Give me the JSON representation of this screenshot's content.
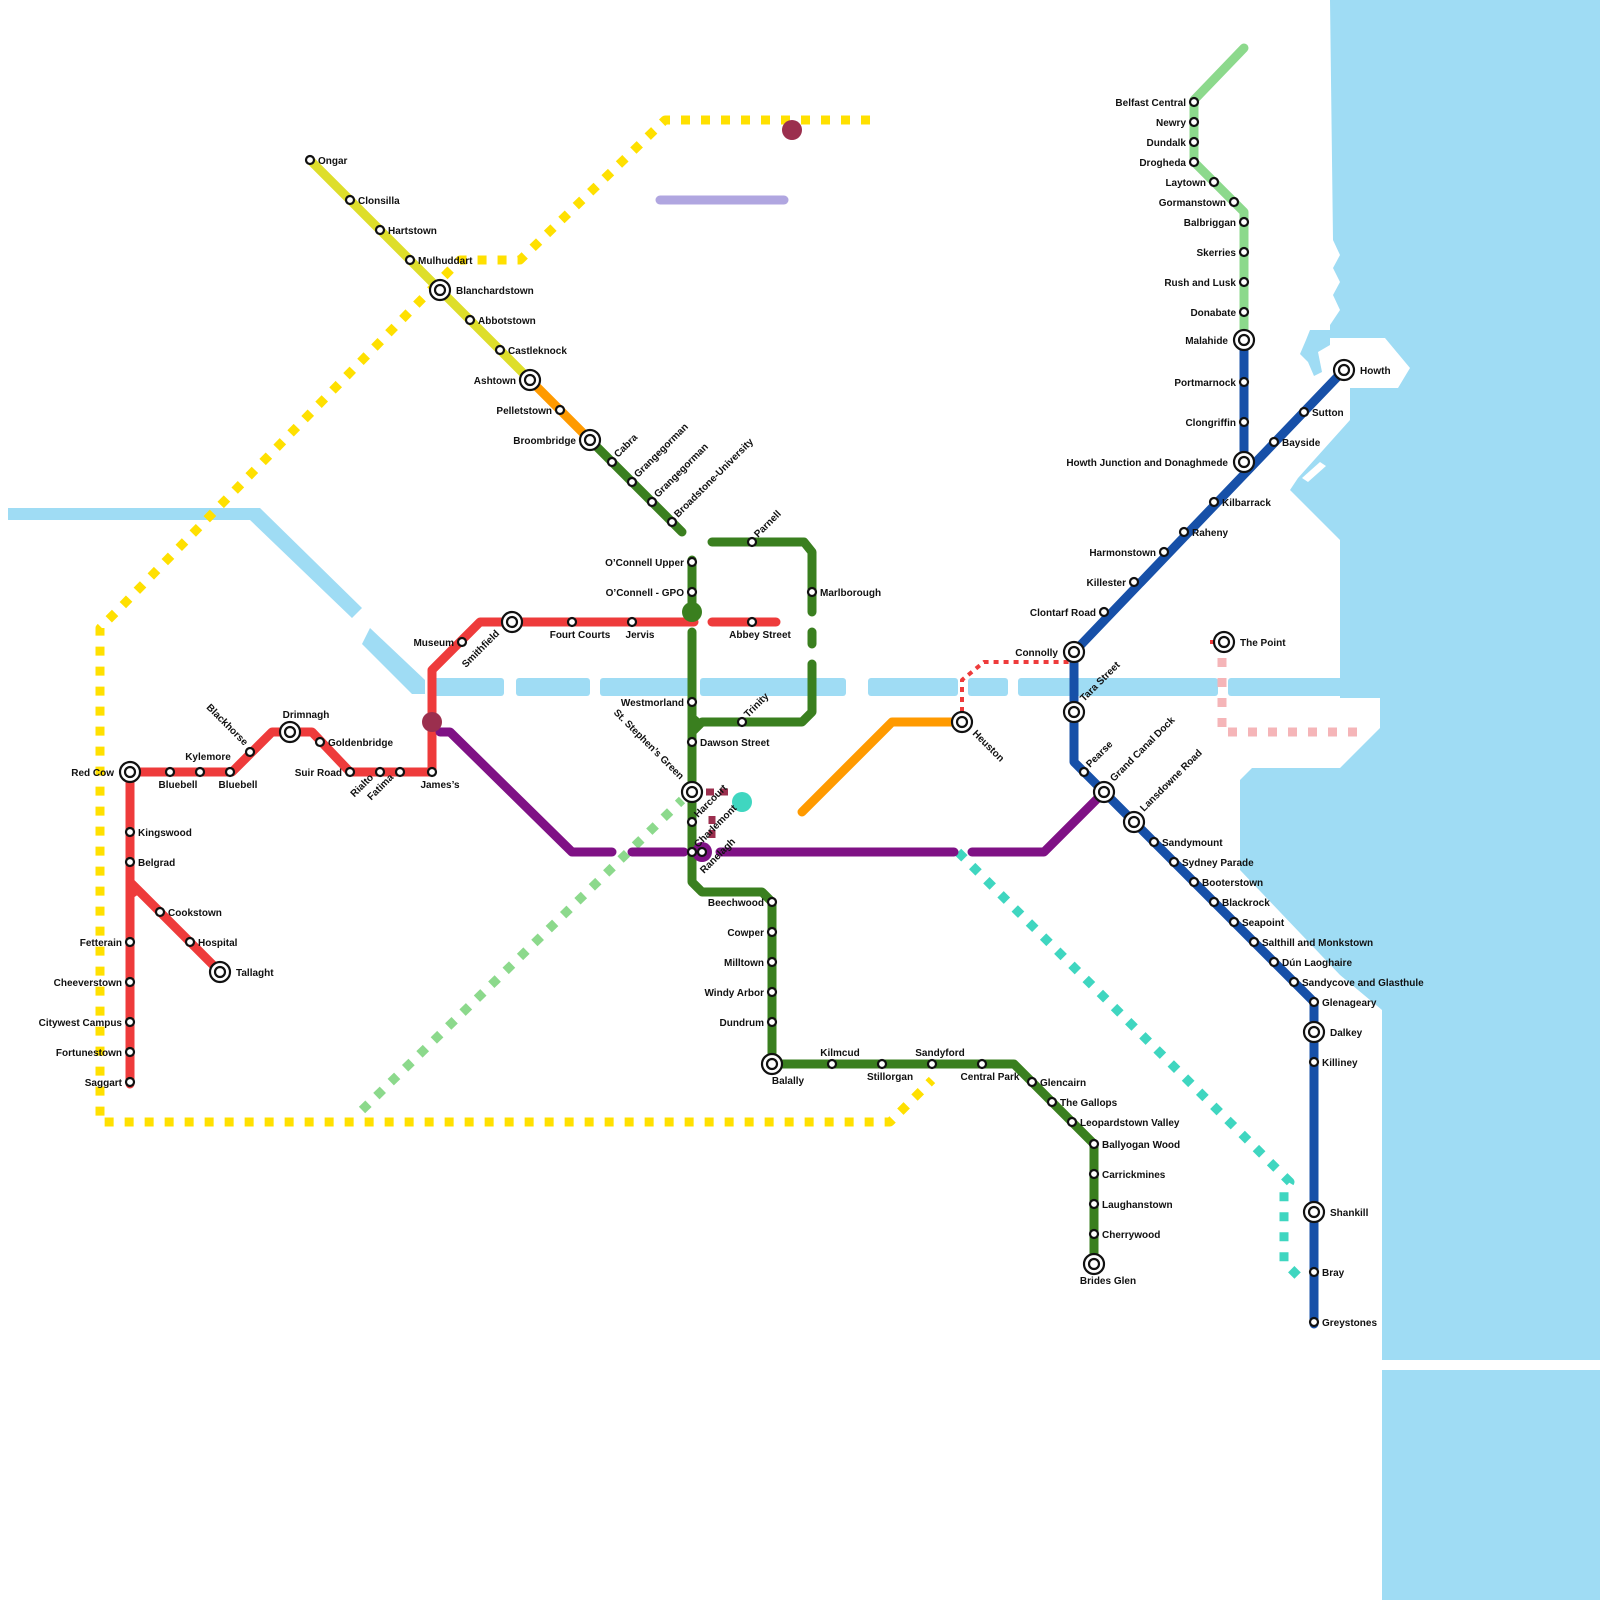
{
  "lines": {
    "red": "#ee3b3b",
    "green": "#3a7f1f",
    "blue": "#1750a8",
    "lightgreen": "#8cd98c",
    "olive": "#dede2a",
    "orange": "#ff9a00",
    "purple": "#7f1185",
    "yellow": "#ffe000",
    "teal": "#3fd6c0",
    "pink": "#f5b5b8",
    "lavender": "#b0a6e0",
    "water": "#9fdcf4",
    "maroon": "#9b2f4e"
  },
  "stations": {
    "ongar": "Ongar",
    "clonsilla": "Clonsilla",
    "hartstown": "Hartstown",
    "mulhuddart": "Mulhuddart",
    "blanchardstown": "Blanchardstown",
    "abbotstown": "Abbotstown",
    "castleknock": "Castleknock",
    "ashtown": "Ashtown",
    "pelletstown": "Pelletstown",
    "broombridge": "Broombridge",
    "cabra": "Cabra",
    "grangegorman1": "Grangegorman",
    "grangegorman2": "Grangegorman",
    "broadstone": "Broadstone-University",
    "oconnell_upper": "O’Connell Upper",
    "oconnell_gpo": "O’Connell - GPO",
    "parnell": "Parnell",
    "marlborough": "Marlborough",
    "museum": "Museum",
    "smithfield": "Smithfield",
    "four_courts": "Fourt Courts",
    "jervis": "Jervis",
    "abbey_street": "Abbey Street",
    "westmorland": "Westmorland",
    "trinity": "Trinity",
    "dawson_street": "Dawson Street",
    "st_stephens_green": "St. Stephen’s Green",
    "harcourt": "Harcourt",
    "charlemont": "Charlemont",
    "ranelagh": "Ranelagh",
    "beechwood": "Beechwood",
    "cowper": "Cowper",
    "milltown": "Milltown",
    "windy_arbor": "Windy Arbor",
    "dundrum": "Dundrum",
    "balally": "Balally",
    "kilmcud": "Kilmcud",
    "stillorgan": "Stillorgan",
    "sandyford": "Sandyford",
    "central_park": "Central Park",
    "glencairn": "Glencairn",
    "the_gallops": "The Gallops",
    "leopardstown_valley": "Leopardstown Valley",
    "ballyogan_wood": "Ballyogan Wood",
    "carrickmines": "Carrickmines",
    "laughanstown": "Laughanstown",
    "cherrywood": "Cherrywood",
    "brides_glen": "Brides Glen",
    "red_cow": "Red Cow",
    "kylemore": "Kylemore",
    "bluebell1": "Bluebell",
    "bluebell2": "Bluebell",
    "blackhorse": "Blackhorse",
    "drimnagh": "Drimnagh",
    "goldenbridge": "Goldenbridge",
    "suir_road": "Suir Road",
    "rialto": "Rialto",
    "fatima": "Fatima",
    "jamess": "James’s",
    "kingswood": "Kingswood",
    "belgrad": "Belgrad",
    "cookstown": "Cookstown",
    "hospital": "Hospital",
    "tallaght": "Tallaght",
    "fetterain": "Fetterain",
    "cheeverstown": "Cheeverstown",
    "citywest": "Citywest Campus",
    "fortunestown": "Fortunestown",
    "saggart": "Saggart",
    "heuston": "Heuston",
    "the_point": "The Point",
    "connolly": "Connolly",
    "tara_street": "Tara Street",
    "pearse": "Pearse",
    "grand_canal_dock": "Grand Canal Dock",
    "lansdowne_road": "Lansdowne Road",
    "sandymount": "Sandymount",
    "sydney_parade": "Sydney Parade",
    "booterstown": "Booterstown",
    "blackrock": "Blackrock",
    "seapoint": "Seapoint",
    "salthill": "Salthill and Monkstown",
    "dun_laoghaire": "Dún Laoghaire",
    "sandycove": "Sandycove and Glasthule",
    "glenageary": "Glenageary",
    "dalkey": "Dalkey",
    "killiney": "Killiney",
    "shankill": "Shankill",
    "bray": "Bray",
    "greystones": "Greystones",
    "clontarf_road": "Clontarf Road",
    "killester": "Killester",
    "harmonstown": "Harmonstown",
    "raheny": "Raheny",
    "kilbarrack": "Kilbarrack",
    "howth_junction": "Howth Junction and Donaghmede",
    "bayside": "Bayside",
    "sutton": "Sutton",
    "howth": "Howth",
    "clongriffin": "Clongriffin",
    "portmarnock": "Portmarnock",
    "malahide": "Malahide",
    "donabate": "Donabate",
    "rush_lusk": "Rush and Lusk",
    "skerries": "Skerries",
    "balbriggan": "Balbriggan",
    "gormanstown": "Gormanstown",
    "laytown": "Laytown",
    "drogheda": "Drogheda",
    "dundalk": "Dundalk",
    "newry": "Newry",
    "belfast_central": "Belfast Central"
  }
}
